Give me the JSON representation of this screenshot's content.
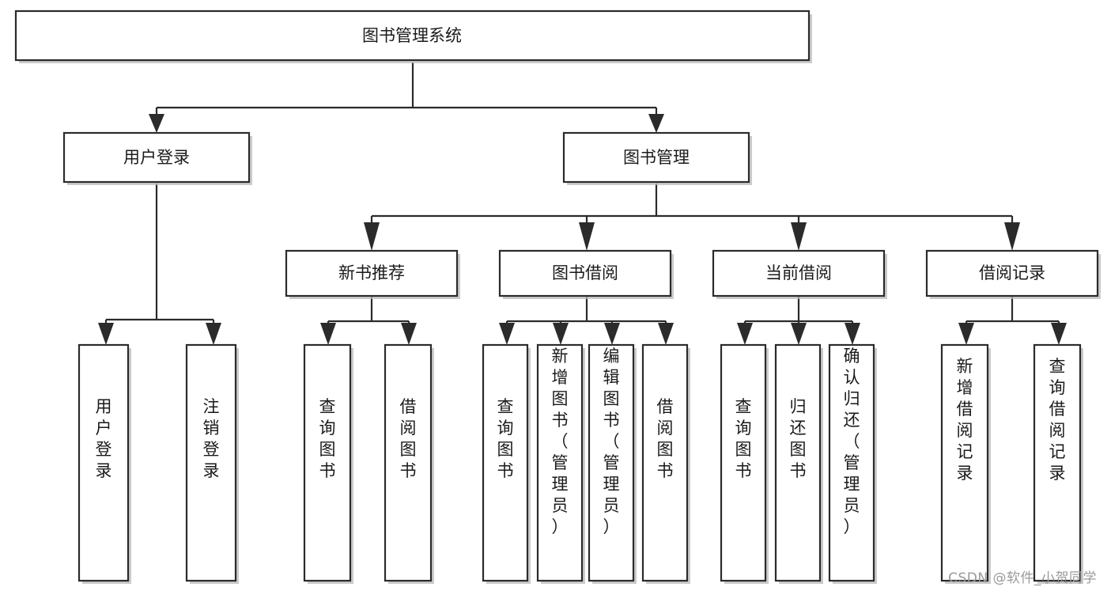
{
  "diagram": {
    "type": "tree",
    "title": "图书管理系统",
    "watermark": "CSDN @软件_小贺同学",
    "colors": {
      "box_fill": "#ffffff",
      "box_stroke": "#2b2b2b",
      "text": "#1a1a1a",
      "shadow": "#b9b9b9",
      "watermark": "#9a9a9a",
      "background": "#ffffff"
    },
    "nodes": {
      "root": {
        "label": "图书管理系统",
        "orientation": "horizontal"
      },
      "level2": [
        {
          "id": "user-login",
          "label": "用户登录",
          "orientation": "horizontal"
        },
        {
          "id": "book-manage",
          "label": "图书管理",
          "orientation": "horizontal"
        }
      ],
      "level3": [
        {
          "id": "new-book-rec",
          "label": "新书推荐",
          "orientation": "horizontal"
        },
        {
          "id": "book-borrow",
          "label": "图书借阅",
          "orientation": "horizontal"
        },
        {
          "id": "current-borrow",
          "label": "当前借阅",
          "orientation": "horizontal"
        },
        {
          "id": "borrow-record",
          "label": "借阅记录",
          "orientation": "horizontal"
        }
      ],
      "leaves": [
        {
          "id": "leaf-user-login",
          "label": "用户登录",
          "parent": "user-login",
          "orientation": "vertical"
        },
        {
          "id": "leaf-user-logout",
          "label": "注销登录",
          "parent": "user-login",
          "orientation": "vertical"
        },
        {
          "id": "leaf-query-book-1",
          "label": "查询图书",
          "parent": "new-book-rec",
          "orientation": "vertical"
        },
        {
          "id": "leaf-borrow-book-1",
          "label": "借阅图书",
          "parent": "new-book-rec",
          "orientation": "vertical"
        },
        {
          "id": "leaf-query-book-2",
          "label": "查询图书",
          "parent": "book-borrow",
          "orientation": "vertical"
        },
        {
          "id": "leaf-add-book",
          "label": "新增图书（管理员）",
          "parent": "book-borrow",
          "orientation": "vertical"
        },
        {
          "id": "leaf-edit-book",
          "label": "编辑图书（管理员）",
          "parent": "book-borrow",
          "orientation": "vertical"
        },
        {
          "id": "leaf-borrow-book-2",
          "label": "借阅图书",
          "parent": "book-borrow",
          "orientation": "vertical"
        },
        {
          "id": "leaf-query-book-3",
          "label": "查询图书",
          "parent": "current-borrow",
          "orientation": "vertical"
        },
        {
          "id": "leaf-return-book",
          "label": "归还图书",
          "parent": "current-borrow",
          "orientation": "vertical"
        },
        {
          "id": "leaf-confirm-return",
          "label": "确认归还（管理员）",
          "parent": "current-borrow",
          "orientation": "vertical"
        },
        {
          "id": "leaf-add-record",
          "label": "新增借阅记录",
          "parent": "borrow-record",
          "orientation": "vertical"
        },
        {
          "id": "leaf-query-record",
          "label": "查询借阅记录",
          "parent": "borrow-record",
          "orientation": "vertical"
        }
      ]
    }
  }
}
